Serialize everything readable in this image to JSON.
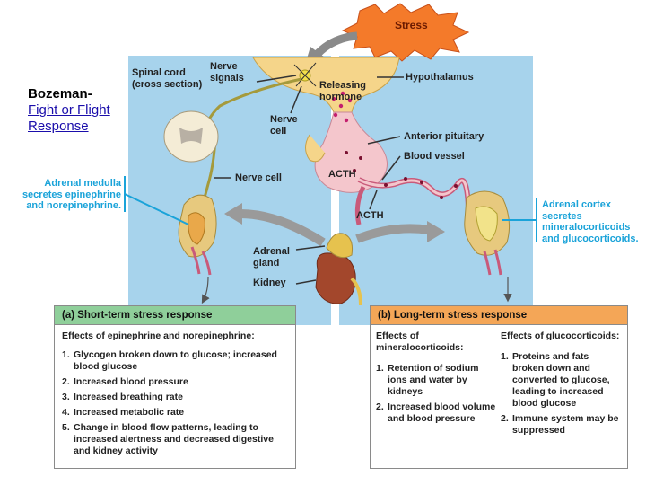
{
  "annotation": {
    "title": "Bozeman-",
    "link_line1": "Fight or Flight",
    "link_line2": "Response"
  },
  "stress": "Stress",
  "labels": {
    "spinal_cord_1": "Spinal cord",
    "spinal_cord_2": "(cross section)",
    "nerve_signals_1": "Nerve",
    "nerve_signals_2": "signals",
    "releasing_1": "Releasing",
    "releasing_2": "hormone",
    "hypothalamus": "Hypothalamus",
    "nerve_cell_top_1": "Nerve",
    "nerve_cell_top_2": "cell",
    "anterior_pituitary": "Anterior pituitary",
    "blood_vessel": "Blood vessel",
    "nerve_cell": "Nerve cell",
    "acth_1": "ACTH",
    "acth_2": "ACTH",
    "adrenal_gland_1": "Adrenal",
    "adrenal_gland_2": "gland",
    "kidney": "Kidney",
    "medulla_1": "Adrenal medulla",
    "medulla_2": "secretes epinephrine",
    "medulla_3": "and norepinephrine.",
    "cortex_1": "Adrenal cortex",
    "cortex_2": "secretes",
    "cortex_3": "mineralocorticoids",
    "cortex_4": "and glucocorticoids."
  },
  "short_term": {
    "header": "(a) Short-term stress response",
    "subheader": "Effects of epinephrine and norepinephrine:",
    "items": [
      {
        "n": "1.",
        "text": "Glycogen broken down to glucose; increased blood glucose"
      },
      {
        "n": "2.",
        "text": "Increased blood pressure"
      },
      {
        "n": "3.",
        "text": "Increased breathing rate"
      },
      {
        "n": "4.",
        "text": "Increased metabolic rate"
      },
      {
        "n": "5.",
        "text": "Change in blood flow patterns, leading to increased alertness and decreased digestive and kidney activity"
      }
    ]
  },
  "long_term": {
    "header": "(b) Long-term stress response",
    "col1_head": "Effects of mineralocorticoids:",
    "col2_head": "Effects of glucocorticoids:",
    "col1_items": [
      {
        "n": "1.",
        "text": "Retention of sodium ions and water by kidneys"
      },
      {
        "n": "2.",
        "text": "Increased blood volume and blood pressure"
      }
    ],
    "col2_items": [
      {
        "n": "1.",
        "text": "Proteins and fats broken down and converted to glucose, leading to increased blood glucose"
      },
      {
        "n": "2.",
        "text": "Immune system may be suppressed"
      }
    ]
  },
  "colors": {
    "panel_blue": "#a7d3ec",
    "stress_burst": "#f47a2a",
    "hypothalamus": "#f5d58a",
    "short_term_header": "#8fcf9a",
    "long_term_header": "#f4a657",
    "callout_blue": "#1aa3d9"
  }
}
